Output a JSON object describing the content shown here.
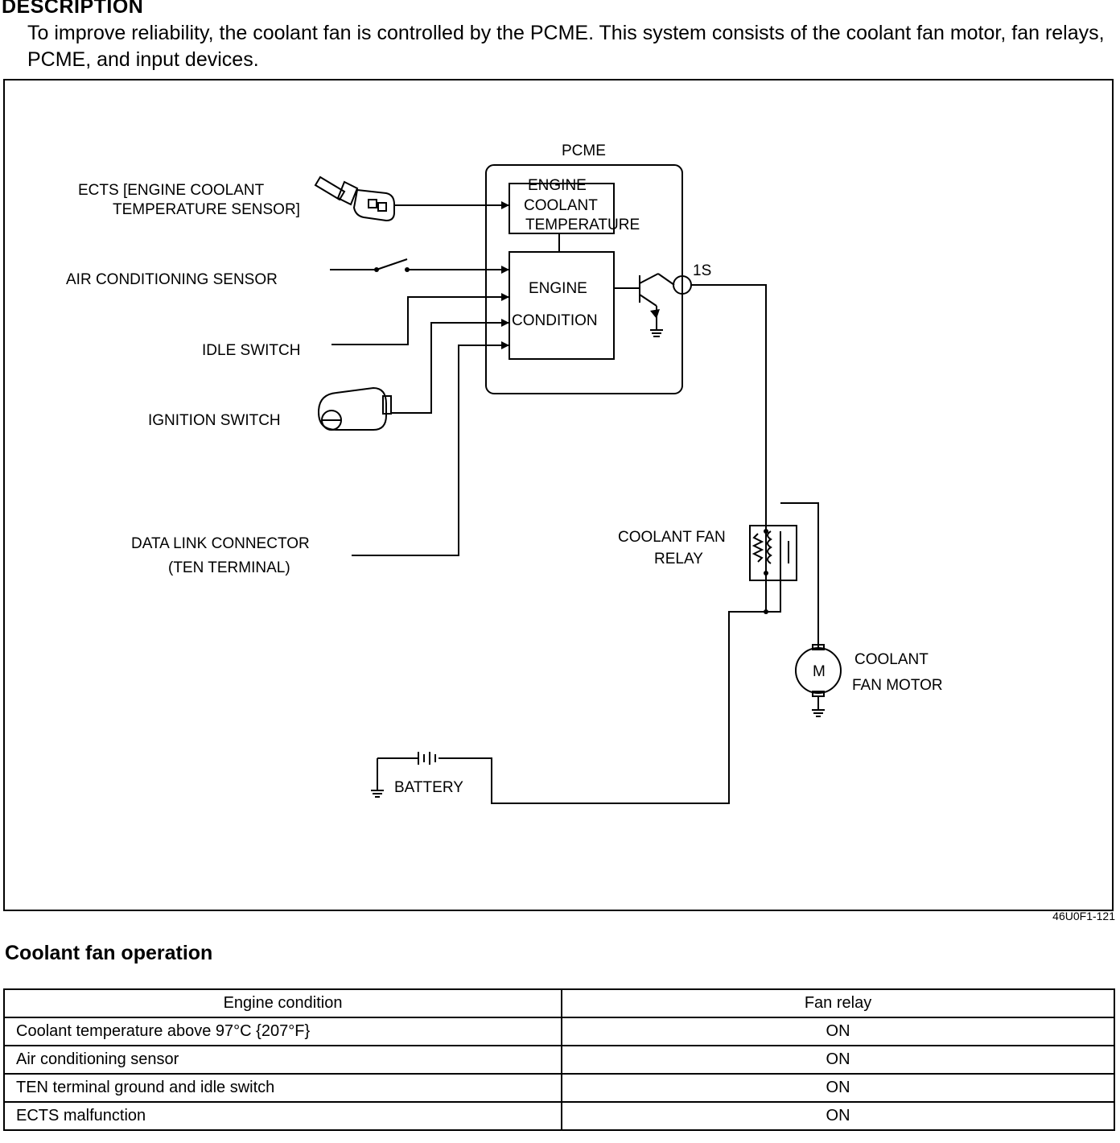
{
  "document": {
    "heading": "DESCRIPTION",
    "description": "To improve reliability, the coolant fan is controlled by the PCME. This system consists of the coolant fan motor, fan relays, PCME, and input devices.",
    "figure_id": "46U0F1-121",
    "subheading": "Coolant fan operation"
  },
  "diagram": {
    "pcme_label": "PCME",
    "ect_block": [
      "ENGINE",
      "COOLANT",
      "TEMPERATURE"
    ],
    "cond_block": [
      "ENGINE",
      "CONDITION"
    ],
    "terminal_label": "1S",
    "inputs": {
      "ects": [
        "ECTS [ENGINE COOLANT",
        "TEMPERATURE SENSOR]"
      ],
      "ac_sensor": "AIR CONDITIONING SENSOR",
      "idle_switch": "IDLE SWITCH",
      "ignition_switch": "IGNITION SWITCH",
      "dlc": [
        "DATA LINK CONNECTOR",
        "(TEN TERMINAL)"
      ]
    },
    "relay_label": [
      "COOLANT FAN",
      "RELAY"
    ],
    "motor_label": [
      "COOLANT",
      "FAN MOTOR"
    ],
    "motor_symbol": "M",
    "battery_label": "BATTERY"
  },
  "table": {
    "headers": [
      "Engine condition",
      "Fan relay"
    ],
    "rows": [
      [
        "Coolant temperature above 97°C {207°F}",
        "ON"
      ],
      [
        "Air conditioning sensor",
        "ON"
      ],
      [
        "TEN terminal ground and idle switch",
        "ON"
      ],
      [
        "ECTS malfunction",
        "ON"
      ]
    ]
  }
}
